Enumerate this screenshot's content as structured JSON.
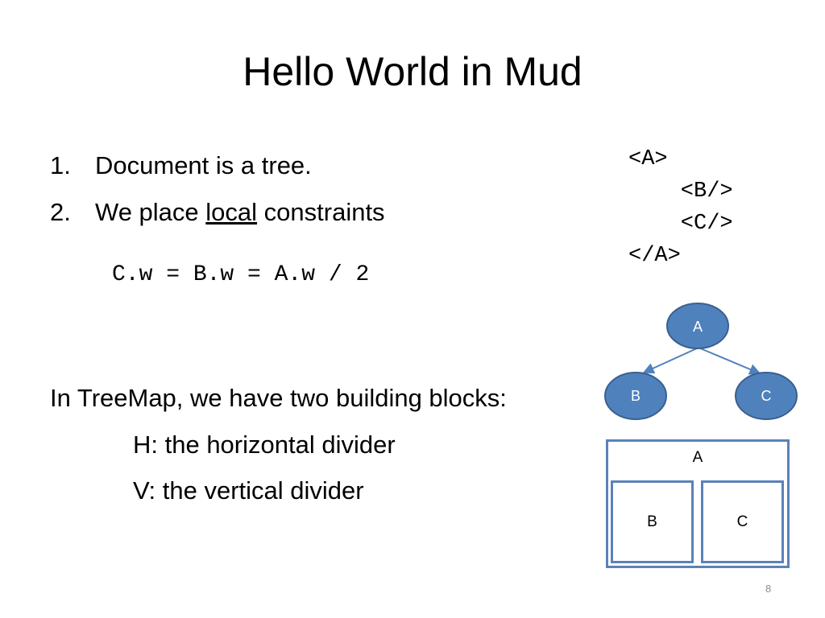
{
  "slide": {
    "title": "Hello World in Mud",
    "list": [
      {
        "num": "1.",
        "text": "Document is a tree."
      },
      {
        "num": "2.",
        "pre": "We place ",
        "underlined": "local",
        "post": " constraints"
      }
    ],
    "formula": "C.w = B.w = A.w / 2",
    "code_lines": [
      "<A>",
      "    <B/>",
      "    <C/>",
      "</A>"
    ],
    "intro": "In TreeMap, we have two building blocks:",
    "blocks": [
      "H: the horizontal divider",
      "V: the vertical divider"
    ],
    "tree": {
      "nodes": {
        "root": "A",
        "left": "B",
        "right": "C"
      },
      "node_fill": "#4f81bd",
      "node_stroke": "#3a5f8f",
      "edge_color": "#4f81bd"
    },
    "boxes": {
      "outer": "A",
      "left": "B",
      "right": "C",
      "border_color": "#5b82b8"
    },
    "page_number": "8"
  }
}
